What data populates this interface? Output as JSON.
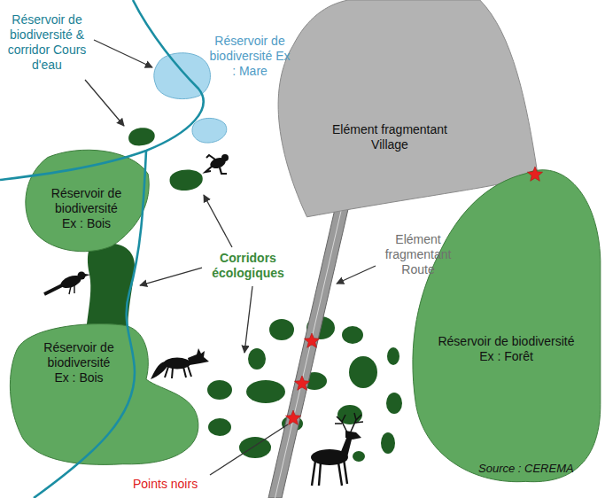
{
  "diagram": {
    "nodes": [
      {
        "text": [
          "Elément fragmentant",
          "Village"
        ]
      },
      {
        "text": [
          "Réservoir de biodiversité",
          "Ex : Bois"
        ]
      },
      {
        "text": [
          "Réservoir de biodiversité",
          "Ex : Forêt"
        ]
      },
      {
        "text": [
          "Réservoir de biodiversité",
          "Ex : Bois"
        ]
      }
    ],
    "labels": [
      "Réservoir de biodiversité & corridor Cours d'eau",
      "Réservoir de biodiversité Ex : Mare",
      "Corridors écologiques",
      "Elément fragmentant Route",
      "Points noirs",
      "Source : CEREMA"
    ]
  }
}
